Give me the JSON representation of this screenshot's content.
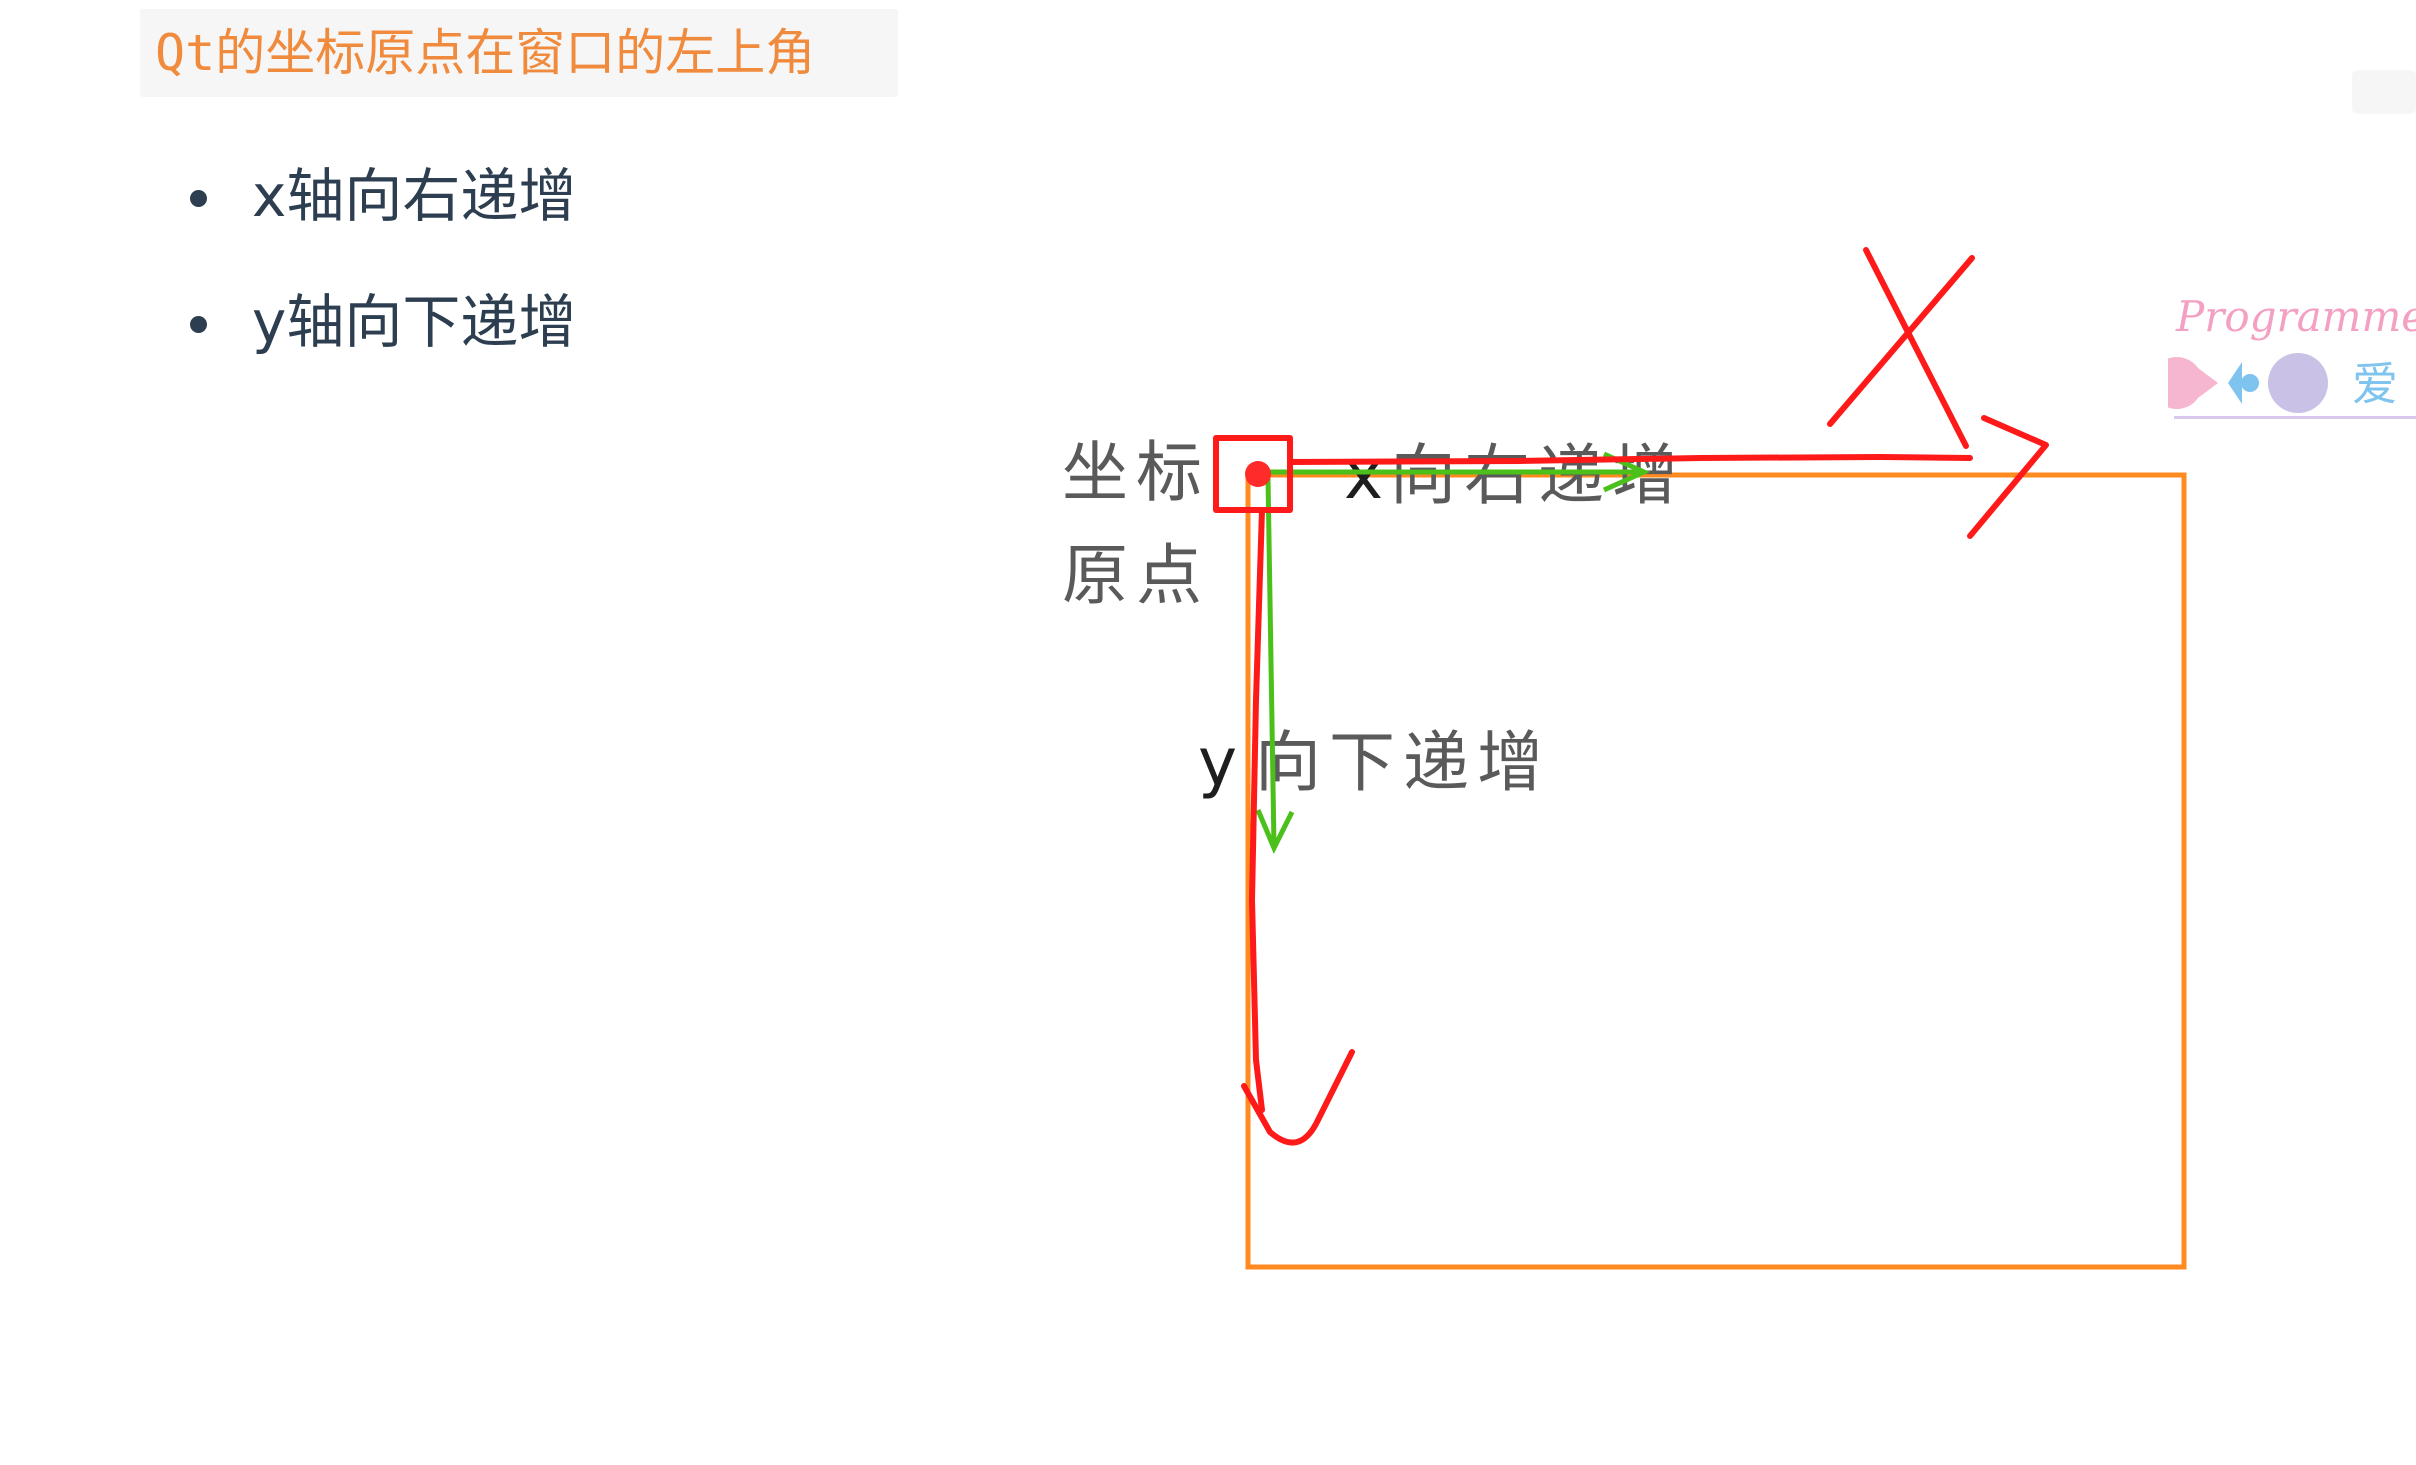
{
  "header": {
    "code_caption": "Qt的坐标原点在窗口的左上角"
  },
  "bullets": [
    {
      "text": "x轴向右递增"
    },
    {
      "text": "y轴向下递增"
    }
  ],
  "diagram": {
    "origin_label_line1": "坐标",
    "origin_label_line2": "原点",
    "x_letter": "x",
    "x_label": "向右递增",
    "y_letter": "y",
    "y_label": "向下递增",
    "colors": {
      "window_frame": "#ff8a1f",
      "annotation_red": "#ff1a1a",
      "printed_arrow_green": "#4bbf1a"
    },
    "icons": [
      "origin-dot-icon",
      "x-axis-arrow-icon",
      "y-axis-arrow-icon",
      "handwritten-x-icon"
    ]
  },
  "watermark": {
    "text": "Programmer",
    "char": "爱"
  }
}
